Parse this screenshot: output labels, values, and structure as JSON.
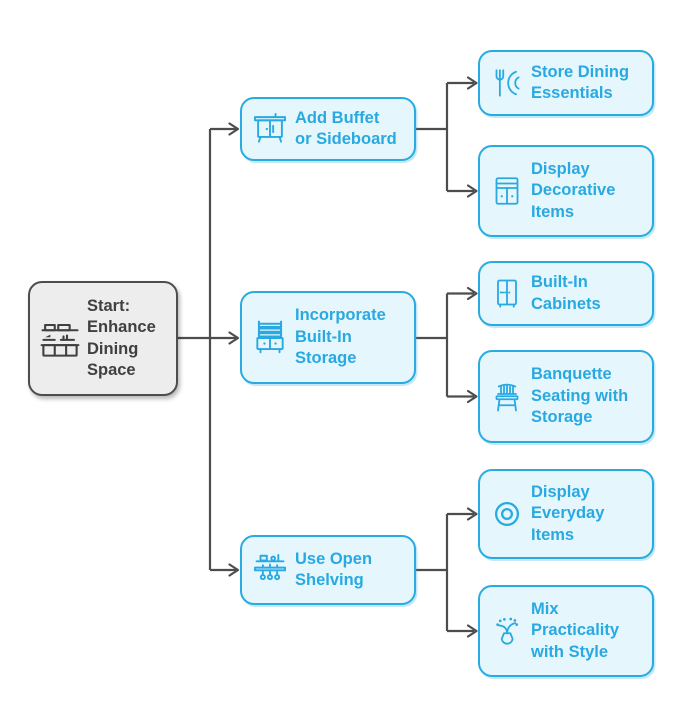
{
  "diagram": {
    "type": "flowchart",
    "orientation": "left-to-right",
    "colors": {
      "background": "#ffffff",
      "blue_border": "#29abe2",
      "blue_fill": "#e5f6fd",
      "blue_text": "#29a9e1",
      "gray_border": "#4d4d4d",
      "gray_fill": "#ededed",
      "gray_text": "#404040",
      "connector": "#4d4d4d"
    },
    "root": {
      "id": "start",
      "label": "Start:\nEnhance\nDining\nSpace",
      "icon": "sideboard-shelves-icon"
    },
    "branches": [
      {
        "id": "add-buffet-or-sideboard",
        "label": "Add Buffet\nor Sideboard",
        "icon": "buffet-icon",
        "children": [
          {
            "id": "store-dining-essentials",
            "label": "Store Dining\nEssentials",
            "icon": "fork-plate-icon"
          },
          {
            "id": "display-decorative-items",
            "label": "Display\nDecorative\nItems",
            "icon": "cabinet-icon"
          }
        ]
      },
      {
        "id": "incorporate-built-in-storage",
        "label": "Incorporate\nBuilt-In\nStorage",
        "icon": "hutch-icon",
        "children": [
          {
            "id": "built-in-cabinets",
            "label": "Built-In\nCabinets",
            "icon": "wardrobe-icon"
          },
          {
            "id": "banquette-seating-with-storage",
            "label": "Banquette\nSeating with\nStorage",
            "icon": "chair-icon"
          }
        ]
      },
      {
        "id": "use-open-shelving",
        "label": "Use Open\nShelving",
        "icon": "open-shelving-icon",
        "children": [
          {
            "id": "display-everyday-items",
            "label": "Display\nEveryday\nItems",
            "icon": "plate-icon"
          },
          {
            "id": "mix-practicality-with-style",
            "label": "Mix\nPracticality\nwith Style",
            "icon": "vase-sprigs-icon"
          }
        ]
      }
    ]
  }
}
